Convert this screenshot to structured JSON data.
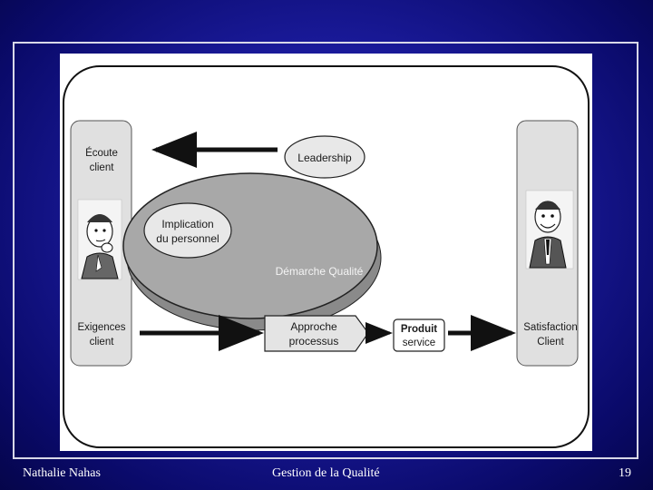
{
  "footer": {
    "author": "Nathalie Nahas",
    "title": "Gestion de la Qualité",
    "page": "19"
  },
  "diagram": {
    "leadership": "Leadership",
    "implication_line1": "Implication",
    "implication_line2": "du personnel",
    "center": "Démarche Qualité",
    "ecoute_line1": "Écoute",
    "ecoute_line2": "client",
    "exigences_line1": "Exigences",
    "exigences_line2": "client",
    "approche_line1": "Approche",
    "approche_line2": "processus",
    "produit_line1": "Produit",
    "produit_line2": "service",
    "satisfaction_line1": "Satisfaction",
    "satisfaction_line2": "Client"
  },
  "colors": {
    "background": "#1a1a9a",
    "ellipse": "#a8a8a8",
    "box_fill": "#e0e0e0"
  }
}
